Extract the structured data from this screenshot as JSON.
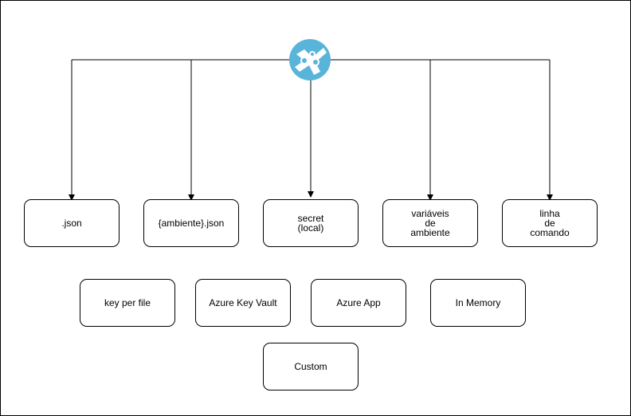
{
  "diagram": {
    "hub_icon": "azure-app-configuration-icon",
    "accent_color": "#59b4d9",
    "top_row": [
      {
        "label": ".json"
      },
      {
        "label": "{ambiente}.json"
      },
      {
        "label": "secret\n(local)"
      },
      {
        "label": "variáveis\nde\nambiente"
      },
      {
        "label": "linha\nde\ncomando"
      }
    ],
    "middle_row": [
      {
        "label": "key per file"
      },
      {
        "label": "Azure Key Vault"
      },
      {
        "label": "Azure App"
      },
      {
        "label": "In Memory"
      }
    ],
    "bottom_row": [
      {
        "label": "Custom"
      }
    ]
  }
}
